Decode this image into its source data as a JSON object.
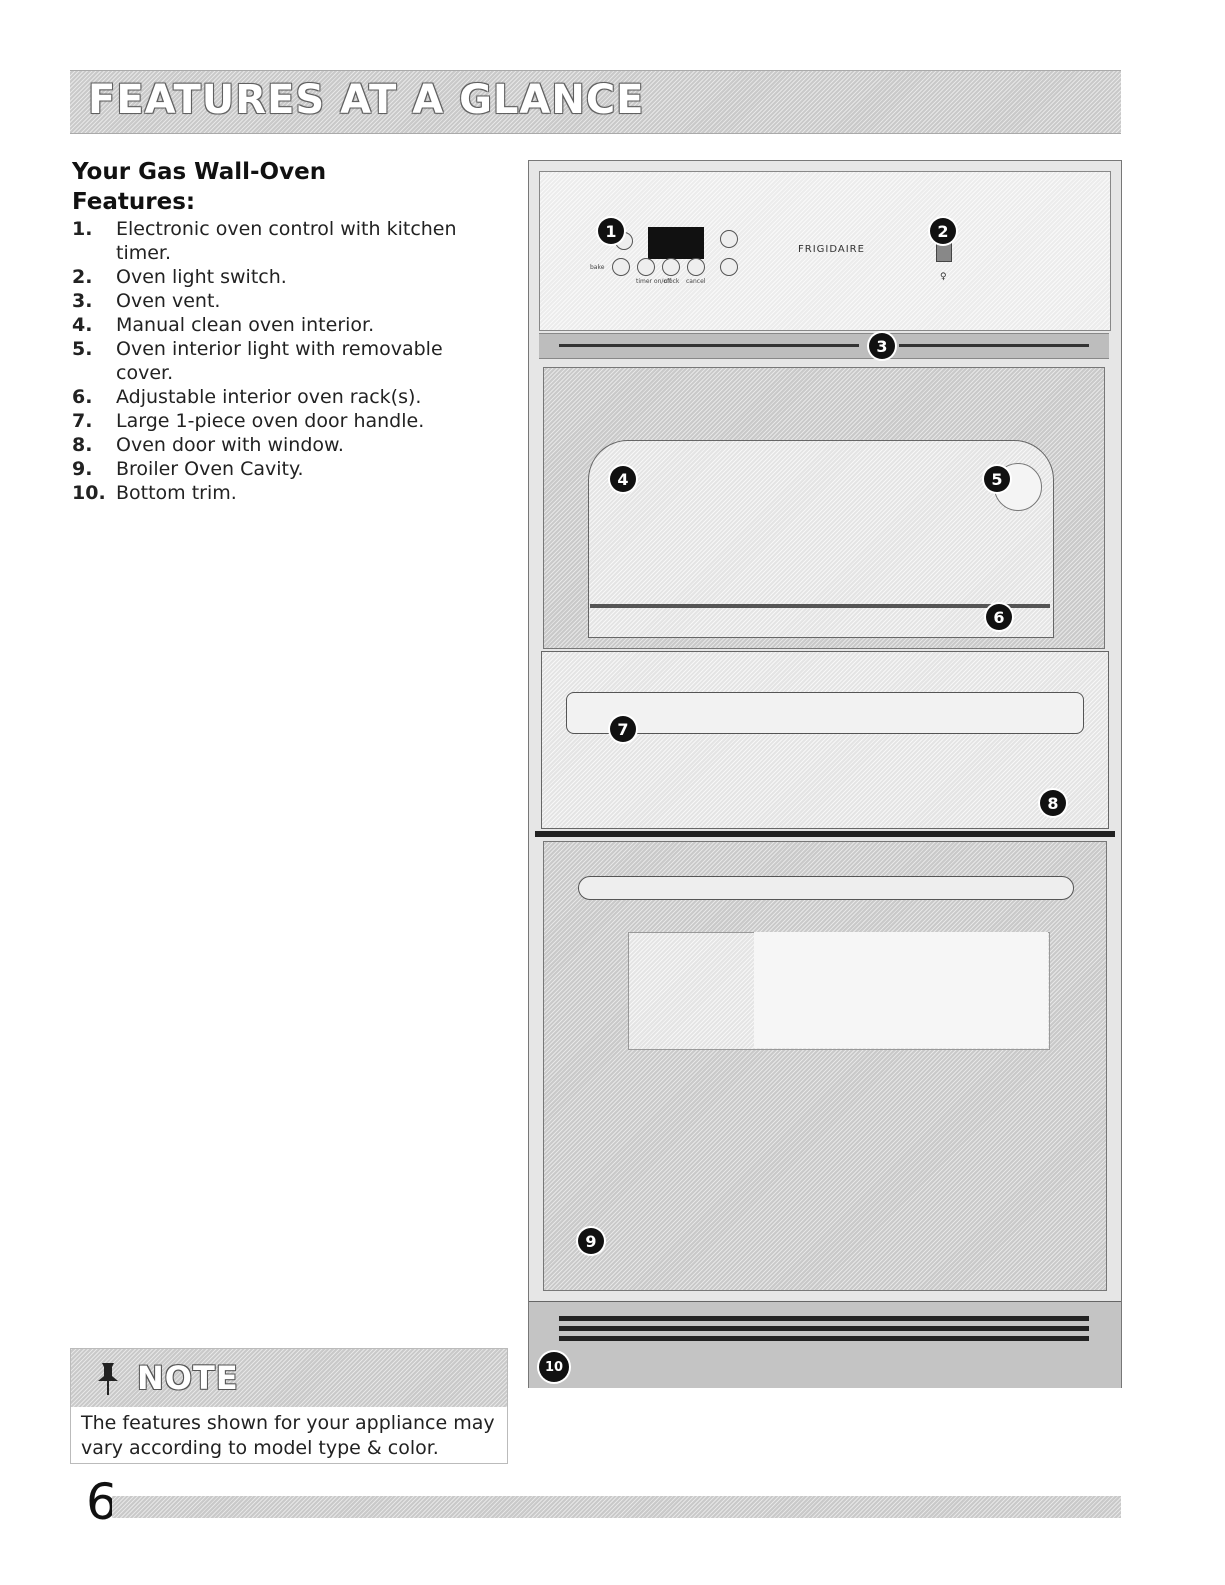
{
  "header": {
    "title": "FEATURES AT A GLANCE"
  },
  "section": {
    "title": "Your Gas Wall-Oven Features:"
  },
  "features": [
    {
      "num": "1.",
      "text": "Electronic oven control with kitchen timer."
    },
    {
      "num": "2.",
      "text": "Oven light switch."
    },
    {
      "num": "3.",
      "text": "Oven vent."
    },
    {
      "num": "4.",
      "text": "Manual clean oven interior."
    },
    {
      "num": "5.",
      "text": "Oven interior light with removable cover."
    },
    {
      "num": "6.",
      "text": "Adjustable interior oven rack(s)."
    },
    {
      "num": "7.",
      "text": "Large 1-piece oven door handle."
    },
    {
      "num": "8.",
      "text": "Oven door with window."
    },
    {
      "num": "9.",
      "text": "Broiler Oven Cavity."
    },
    {
      "num": "10.",
      "text": "Bottom trim."
    }
  ],
  "note": {
    "title": "NOTE",
    "text": "The features shown for your appliance may vary according to model type & color."
  },
  "figure": {
    "brand": "FRIGIDAIRE",
    "control_labels": [
      "bake",
      "timer on/off",
      "clock",
      "cancel"
    ],
    "callouts": [
      "1",
      "2",
      "3",
      "4",
      "5",
      "6",
      "7",
      "8",
      "9",
      "10"
    ]
  },
  "footer": {
    "page_number": "6"
  },
  "icons": {
    "note_icon": "pushpin-icon"
  }
}
